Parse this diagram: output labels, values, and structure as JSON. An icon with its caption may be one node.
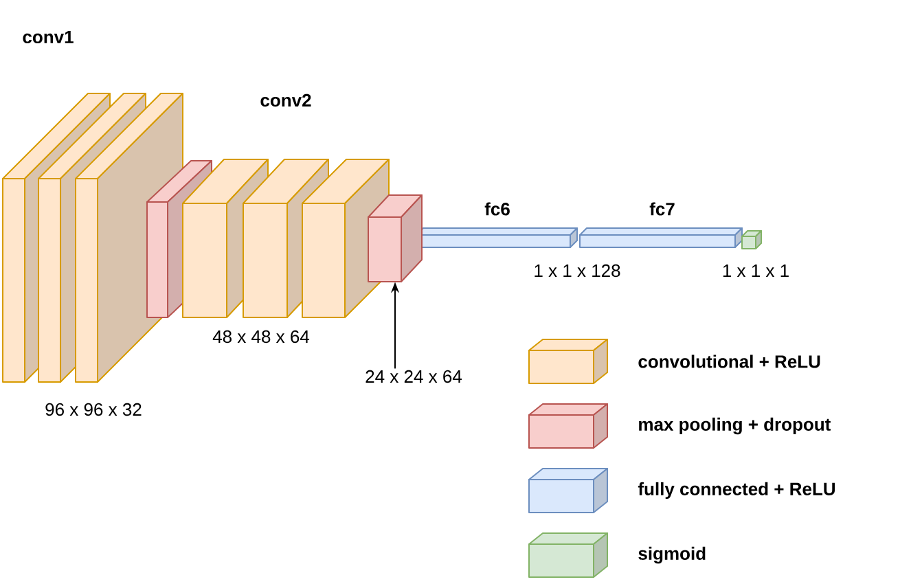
{
  "diagram": {
    "nodes": [
      {
        "text": [],
        "shape": "box"
      },
      {
        "text": [
          "24 x 24 x 64"
        ]
      }
    ],
    "edges": [
      {
        "from": 1,
        "to": 0,
        "arrow": "to"
      }
    ],
    "labels": [
      "conv1",
      "conv2",
      "fc6",
      "fc7",
      "96 x 96 x 32",
      "48 x 48 x 64",
      "1 x 1 x 128",
      "1 x 1 x 1"
    ],
    "legend": [
      {
        "text": "convolutional + ReLU",
        "color": "#ffe6cc"
      },
      {
        "text": "max pooling + dropout",
        "color": "#f8cecc"
      },
      {
        "text": "fully connected + ReLU",
        "color": "#dae8fc"
      },
      {
        "text": "sigmoid",
        "color": "#d5e8d4"
      }
    ]
  }
}
